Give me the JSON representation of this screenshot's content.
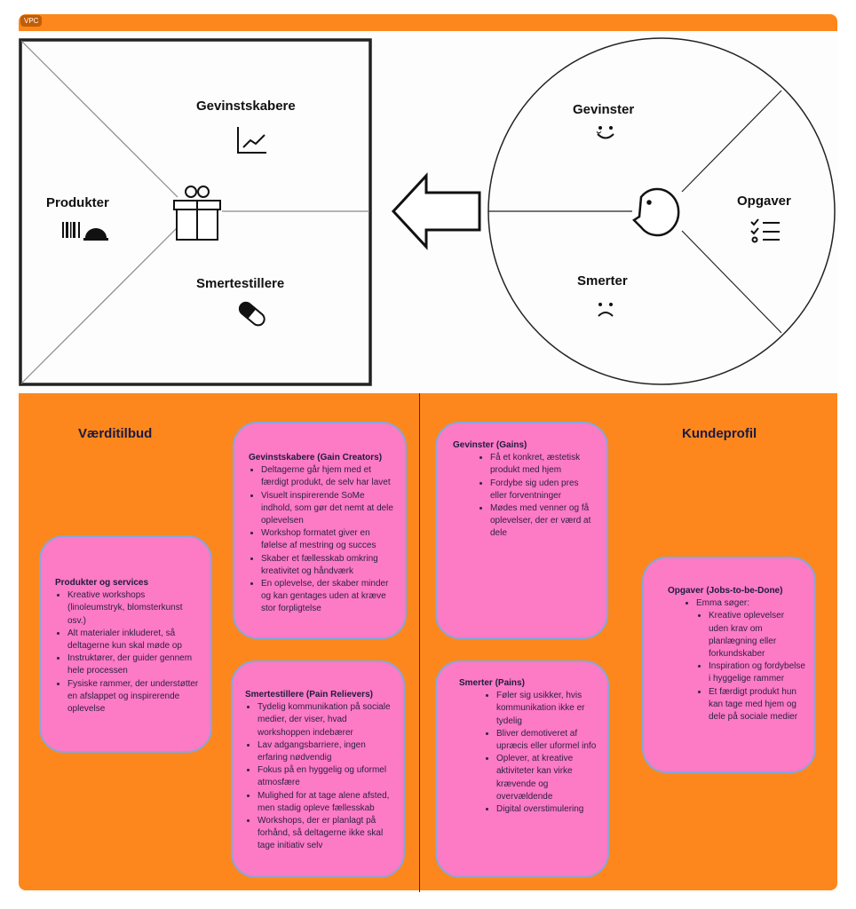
{
  "frame": {
    "tag": "VPC"
  },
  "canvas": {
    "square": {
      "gain_creators": "Gevinstskabere",
      "products": "Produkter",
      "pain_relievers": "Smertestillere"
    },
    "circle": {
      "gains": "Gevinster",
      "jobs": "Opgaver",
      "pains": "Smerter"
    }
  },
  "headings": {
    "value_prop": "Værditilbud",
    "customer": "Kundeprofil"
  },
  "cards": {
    "gain_creators": {
      "title": "Gevinstskabere (Gain Creators)",
      "items": [
        "Deltagerne går hjem med et færdigt produkt, de selv har lavet",
        "Visuelt inspirerende SoMe indhold, som gør det nemt at dele oplevelsen",
        "Workshop formatet giver en følelse af mestring og succes",
        "Skaber et fællesskab omkring kreativitet og håndværk",
        "En oplevelse, der skaber minder og kan gentages uden at kræve stor forpligtelse"
      ]
    },
    "products": {
      "title": "Produkter og services",
      "items": [
        "Kreative workshops (linoleumstryk, blomsterkunst osv.)",
        "Alt materialer inkluderet, så deltagerne kun skal møde op",
        "Instruktører, der guider gennem hele processen",
        "Fysiske rammer, der understøtter en afslappet og inspirerende oplevelse"
      ]
    },
    "pain_relievers": {
      "title": "Smertestillere (Pain Relievers)",
      "items": [
        "Tydelig kommunikation på sociale medier, der viser, hvad workshoppen indebærer",
        "Lav adgangsbarriere, ingen erfaring nødvendig",
        "Fokus på en hyggelig og uformel atmosfære",
        "Mulighed for at tage alene afsted, men stadig opleve fællesskab",
        "Workshops, der er planlagt på forhånd, så deltagerne ikke skal tage initiativ selv"
      ]
    },
    "gains": {
      "title": "Gevinster (Gains)",
      "items": [
        "Få et konkret, æstetisk produkt med hjem",
        "Fordybe sig uden pres eller forventninger",
        "Mødes med venner og få oplevelser, der er værd at dele"
      ]
    },
    "pains": {
      "title": "Smerter (Pains)",
      "items": [
        "Føler sig usikker, hvis kommunikation ikke er tydelig",
        "Bliver demotiveret af upræcis eller uformel info",
        "Oplever, at kreative aktiviteter kan virke krævende og overvældende",
        "Digital overstimulering"
      ]
    },
    "jobs": {
      "title": "Opgaver (Jobs-to-be-Done)",
      "lead": "Emma søger:",
      "items": [
        "Kreative oplevelser uden krav om planlægning eller forkundskaber",
        "Inspiration og fordybelse i hyggelige rammer",
        "Et færdigt produkt hun kan tage med hjem og dele på sociale medier"
      ]
    }
  }
}
